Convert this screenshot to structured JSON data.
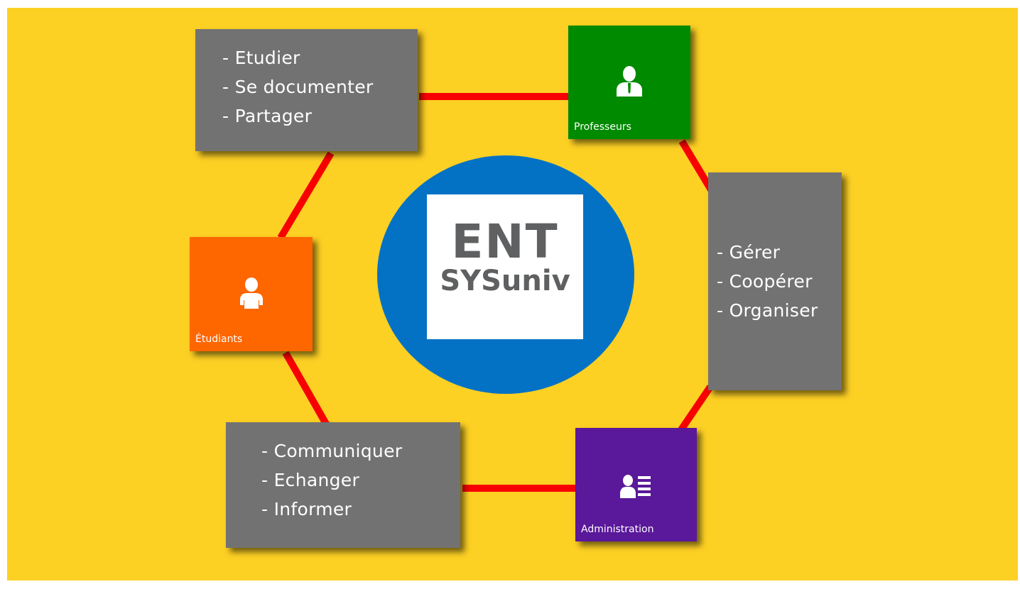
{
  "center": {
    "line1": "ENT",
    "line2": "SYSuniv"
  },
  "tiles": {
    "professeurs": {
      "label": "Professeurs",
      "color": "#008a00",
      "icon": "teacher-icon"
    },
    "etudiants": {
      "label": "Étudiants",
      "color": "#fe6600",
      "icon": "student-icon"
    },
    "administration": {
      "label": "Administration",
      "color": "#5a189a",
      "icon": "admin-icon"
    }
  },
  "boxes": {
    "top_left": {
      "items": [
        "- Etudier",
        "- Se documenter",
        "- Partager"
      ]
    },
    "right": {
      "items": [
        "- Gérer",
        "- Coopérer",
        "- Organiser"
      ]
    },
    "bottom_left": {
      "items": [
        "- Communiquer",
        "- Echanger",
        "- Informer"
      ]
    }
  },
  "colors": {
    "background": "#fdd024",
    "connector": "#f80002",
    "box": "#737273",
    "circle": "#0472c4"
  }
}
